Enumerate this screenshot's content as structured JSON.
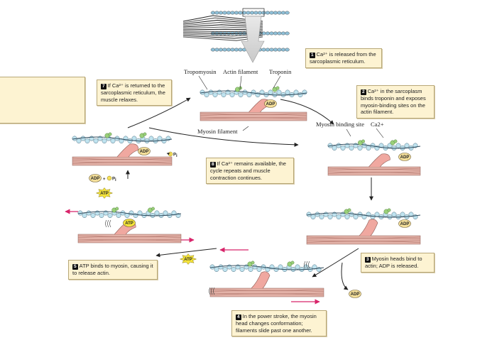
{
  "labels": {
    "tropomyosin": "Tropomyosin",
    "actin_filament": "Actin filament",
    "troponin": "Troponin",
    "myosin_filament": "Myosin filament",
    "myosin_binding_site": "Myosin binding site",
    "calcium": "Ca2+"
  },
  "molecules": {
    "adp": "ADP",
    "atp": "ATP",
    "pi": "P",
    "pi_sub": "i",
    "plus": "+"
  },
  "steps": [
    {
      "num": "1",
      "text": "Ca²⁺ is released from the sarcoplasmic reticulum."
    },
    {
      "num": "2",
      "text": "Ca²⁺ in the sarcoplasm binds troponin and exposes myosin-binding sites on the actin filament."
    },
    {
      "num": "3",
      "text": "Myosin heads bind to actin; ADP is released."
    },
    {
      "num": "4",
      "text": "In the power stroke, the myosin head changes conformation; filaments slide past one another."
    },
    {
      "num": "5",
      "text": "ATP binds to myosin, causing it to release actin."
    },
    {
      "num": "7",
      "text": "If Ca²⁺ is returned to the sarcoplasmic reticulum, the muscle relaxes."
    },
    {
      "num": "8",
      "text": "If Ca²⁺ remains available, the cycle repeats and muscle contraction continues."
    }
  ],
  "colors": {
    "note_fill": "#fdf3d2",
    "actin": "#bfe3ef",
    "troponin": "#9ad07a",
    "myosin_filament": "#e3b2a8",
    "myosin_head": "#f0a8a0",
    "arrow_pink": "#d8246a",
    "atp": "#f5e43a"
  }
}
